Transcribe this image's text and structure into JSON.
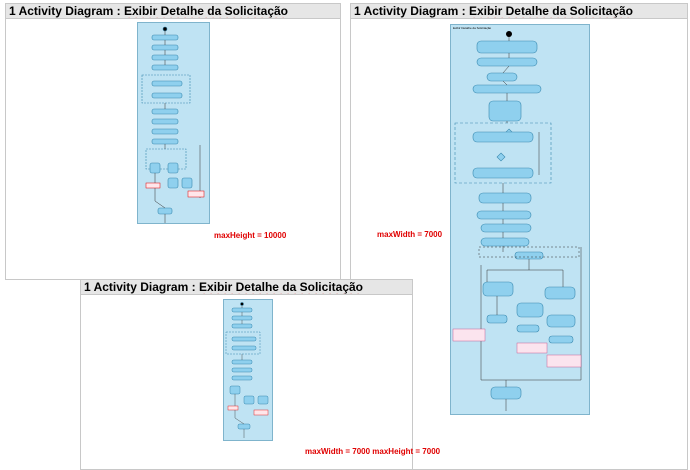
{
  "panels": [
    {
      "title_prefix": "1 Activity Diagram : ",
      "title_rest": "Exibir Detalhe da Solicitação",
      "caption": "maxHeight = 10000"
    },
    {
      "title_prefix": "1 Activity Diagram : ",
      "title_rest": "Exibir Detalhe da Solicitação",
      "caption": "maxWidth = 7000"
    },
    {
      "title_prefix": "1 Activity Diagram : ",
      "title_rest": "Exibir Detalhe da Solicitação",
      "caption": "maxWidth = 7000  maxHeight = 7000"
    }
  ],
  "large_diagram": {
    "frame_label": "Exibir Detalhe da Solicitação"
  },
  "colors": {
    "diagram_bg": "#bfe3f3",
    "node_fill": "#8fd0ee",
    "node_stroke": "#3a8ab0",
    "accent_red": "#e00000",
    "title_bar": "#e6e6e6"
  }
}
